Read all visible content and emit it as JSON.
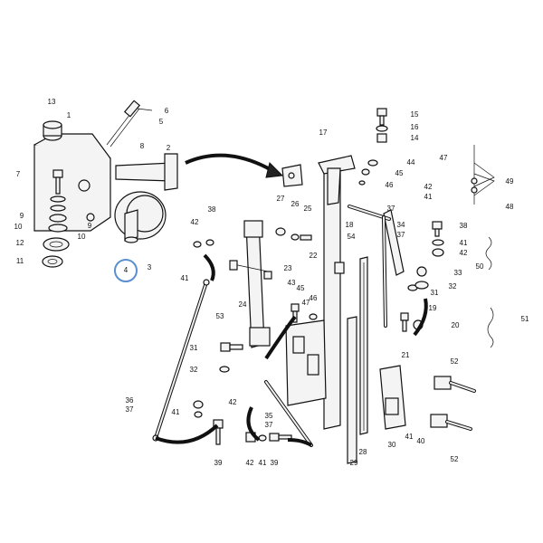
{
  "labels": {
    "c1": "1",
    "c2": "2",
    "c3": "3",
    "c4": "4",
    "c5": "5",
    "c6": "6",
    "c7": "7",
    "c8": "8",
    "c9a": "9",
    "c9b": "9",
    "c10a": "10",
    "c10b": "10",
    "c11": "11",
    "c12": "12",
    "c13": "13",
    "c14": "14",
    "c15": "15",
    "c16": "16",
    "c17": "17",
    "c18": "18",
    "c19": "19",
    "c20": "20",
    "c21": "21",
    "c22": "22",
    "c23": "23",
    "c24": "24",
    "c25": "25",
    "c26": "26",
    "c27": "27",
    "c28": "28",
    "c29": "29",
    "c30": "30",
    "c31a": "31",
    "c31b": "31",
    "c32a": "32",
    "c32b": "32",
    "c33": "33",
    "c34": "34",
    "c35": "35",
    "c36": "36",
    "c37a": "37",
    "c37b": "37",
    "c37c": "37",
    "c38a": "38",
    "c38b": "38",
    "c39a": "39",
    "c39b": "39",
    "c40": "40",
    "c41a": "41",
    "c41b": "41",
    "c41c": "41",
    "c41d": "41",
    "c41e": "41",
    "c41f": "41",
    "c42a": "42",
    "c42b": "42",
    "c42c": "42",
    "c42d": "42",
    "c42e": "42",
    "c43": "43",
    "c44": "44",
    "c45a": "45",
    "c45b": "45",
    "c46a": "46",
    "c46b": "46",
    "c47": "47",
    "c48": "48",
    "c49": "49",
    "c50": "50",
    "c51": "51",
    "c52a": "52",
    "c52b": "52",
    "c53": "53",
    "c54": "54"
  },
  "highlight": {
    "label": "4",
    "ring_color": "#5b8fd0"
  },
  "colors": {
    "ink": "#111111",
    "paper": "#ffffff"
  }
}
